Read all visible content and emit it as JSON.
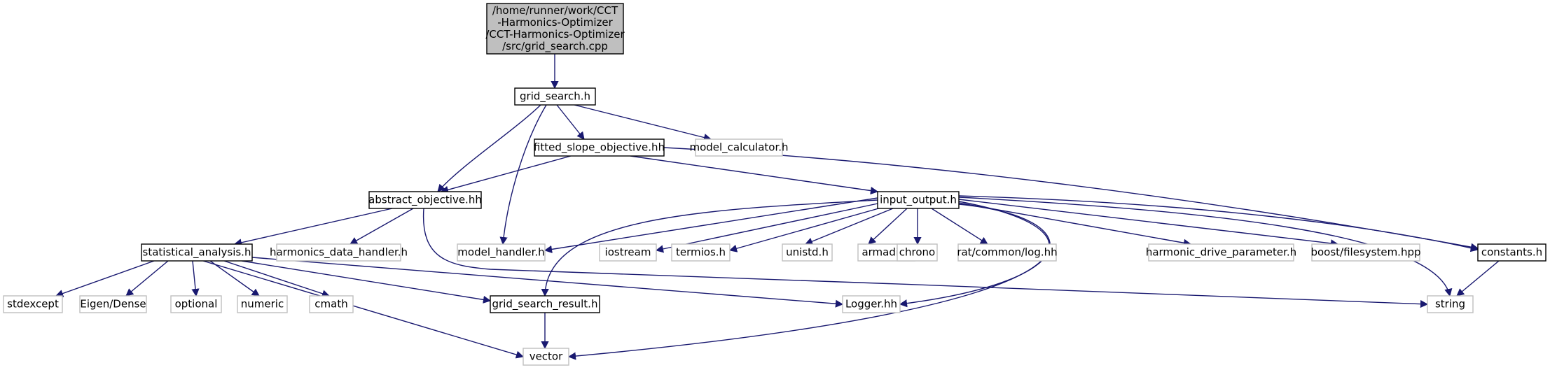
{
  "colors": {
    "edge": "#191970",
    "node_border_strong": "#000000",
    "node_border_external": "#bfbfbf",
    "root_fill": "#bfbfbf",
    "fill": "#ffffff"
  },
  "nodes": [
    {
      "id": "root",
      "kind": "root",
      "lines": [
        "/home/runner/work/CCT",
        "-Harmonics-Optimizer",
        "/CCT-Harmonics-Optimizer",
        "/src/grid_search.cpp"
      ]
    },
    {
      "id": "grid_search_h",
      "kind": "strong",
      "lines": [
        "grid_search.h"
      ]
    },
    {
      "id": "fitted_slope_objective_hh",
      "kind": "strong",
      "lines": [
        "fitted_slope_objective.hh"
      ]
    },
    {
      "id": "model_calculator_h",
      "kind": "external",
      "lines": [
        "model_calculator.h"
      ]
    },
    {
      "id": "abstract_objective_hh",
      "kind": "strong",
      "lines": [
        "abstract_objective.hh"
      ]
    },
    {
      "id": "input_output_h",
      "kind": "strong",
      "lines": [
        "input_output.h"
      ]
    },
    {
      "id": "statistical_analysis_h",
      "kind": "strong",
      "lines": [
        "statistical_analysis.h"
      ]
    },
    {
      "id": "harmonics_data_handler_h",
      "kind": "external",
      "lines": [
        "harmonics_data_handler.h"
      ]
    },
    {
      "id": "model_handler_h",
      "kind": "external",
      "lines": [
        "model_handler.h"
      ]
    },
    {
      "id": "iostream",
      "kind": "external",
      "lines": [
        "iostream"
      ]
    },
    {
      "id": "termios_h",
      "kind": "external",
      "lines": [
        "termios.h"
      ]
    },
    {
      "id": "unistd_h",
      "kind": "external",
      "lines": [
        "unistd.h"
      ]
    },
    {
      "id": "armadillo",
      "kind": "external",
      "lines": [
        "armadillo"
      ]
    },
    {
      "id": "chrono",
      "kind": "external",
      "lines": [
        "chrono"
      ]
    },
    {
      "id": "rat_common_log_hh",
      "kind": "external",
      "lines": [
        "rat/common/log.hh"
      ]
    },
    {
      "id": "harmonic_drive_parameter_h",
      "kind": "external",
      "lines": [
        "harmonic_drive_parameter.h"
      ]
    },
    {
      "id": "boost_filesystem_hpp",
      "kind": "external",
      "lines": [
        "boost/filesystem.hpp"
      ]
    },
    {
      "id": "constants_h",
      "kind": "strong",
      "lines": [
        "constants.h"
      ]
    },
    {
      "id": "stdexcept",
      "kind": "external",
      "lines": [
        "stdexcept"
      ]
    },
    {
      "id": "eigen_dense",
      "kind": "external",
      "lines": [
        "Eigen/Dense"
      ]
    },
    {
      "id": "optional",
      "kind": "external",
      "lines": [
        "optional"
      ]
    },
    {
      "id": "numeric",
      "kind": "external",
      "lines": [
        "numeric"
      ]
    },
    {
      "id": "cmath",
      "kind": "external",
      "lines": [
        "cmath"
      ]
    },
    {
      "id": "grid_search_result_h",
      "kind": "strong",
      "lines": [
        "grid_search_result.h"
      ]
    },
    {
      "id": "logger_hh",
      "kind": "external",
      "lines": [
        "Logger.hh"
      ]
    },
    {
      "id": "string",
      "kind": "external",
      "lines": [
        "string"
      ]
    },
    {
      "id": "vector",
      "kind": "external",
      "lines": [
        "vector"
      ]
    }
  ],
  "edges": [
    {
      "from": "root",
      "to": "grid_search_h"
    },
    {
      "from": "grid_search_h",
      "to": "abstract_objective_hh"
    },
    {
      "from": "grid_search_h",
      "to": "model_handler_h"
    },
    {
      "from": "grid_search_h",
      "to": "fitted_slope_objective_hh"
    },
    {
      "from": "grid_search_h",
      "to": "model_calculator_h"
    },
    {
      "from": "fitted_slope_objective_hh",
      "to": "abstract_objective_hh"
    },
    {
      "from": "fitted_slope_objective_hh",
      "to": "input_output_h"
    },
    {
      "from": "fitted_slope_objective_hh",
      "to": "constants_h"
    },
    {
      "from": "abstract_objective_hh",
      "to": "statistical_analysis_h"
    },
    {
      "from": "abstract_objective_hh",
      "to": "harmonics_data_handler_h"
    },
    {
      "from": "abstract_objective_hh",
      "to": "string"
    },
    {
      "from": "input_output_h",
      "to": "model_handler_h"
    },
    {
      "from": "input_output_h",
      "to": "iostream"
    },
    {
      "from": "input_output_h",
      "to": "termios_h"
    },
    {
      "from": "input_output_h",
      "to": "unistd_h"
    },
    {
      "from": "input_output_h",
      "to": "armadillo"
    },
    {
      "from": "input_output_h",
      "to": "chrono"
    },
    {
      "from": "input_output_h",
      "to": "rat_common_log_hh"
    },
    {
      "from": "input_output_h",
      "to": "harmonic_drive_parameter_h"
    },
    {
      "from": "input_output_h",
      "to": "boost_filesystem_hpp"
    },
    {
      "from": "input_output_h",
      "to": "constants_h"
    },
    {
      "from": "input_output_h",
      "to": "grid_search_result_h"
    },
    {
      "from": "input_output_h",
      "to": "logger_hh"
    },
    {
      "from": "input_output_h",
      "to": "vector"
    },
    {
      "from": "input_output_h",
      "to": "string"
    },
    {
      "from": "statistical_analysis_h",
      "to": "stdexcept"
    },
    {
      "from": "statistical_analysis_h",
      "to": "eigen_dense"
    },
    {
      "from": "statistical_analysis_h",
      "to": "optional"
    },
    {
      "from": "statistical_analysis_h",
      "to": "numeric"
    },
    {
      "from": "statistical_analysis_h",
      "to": "cmath"
    },
    {
      "from": "statistical_analysis_h",
      "to": "grid_search_result_h"
    },
    {
      "from": "statistical_analysis_h",
      "to": "logger_hh"
    },
    {
      "from": "statistical_analysis_h",
      "to": "vector"
    },
    {
      "from": "grid_search_result_h",
      "to": "vector"
    },
    {
      "from": "constants_h",
      "to": "string"
    }
  ]
}
